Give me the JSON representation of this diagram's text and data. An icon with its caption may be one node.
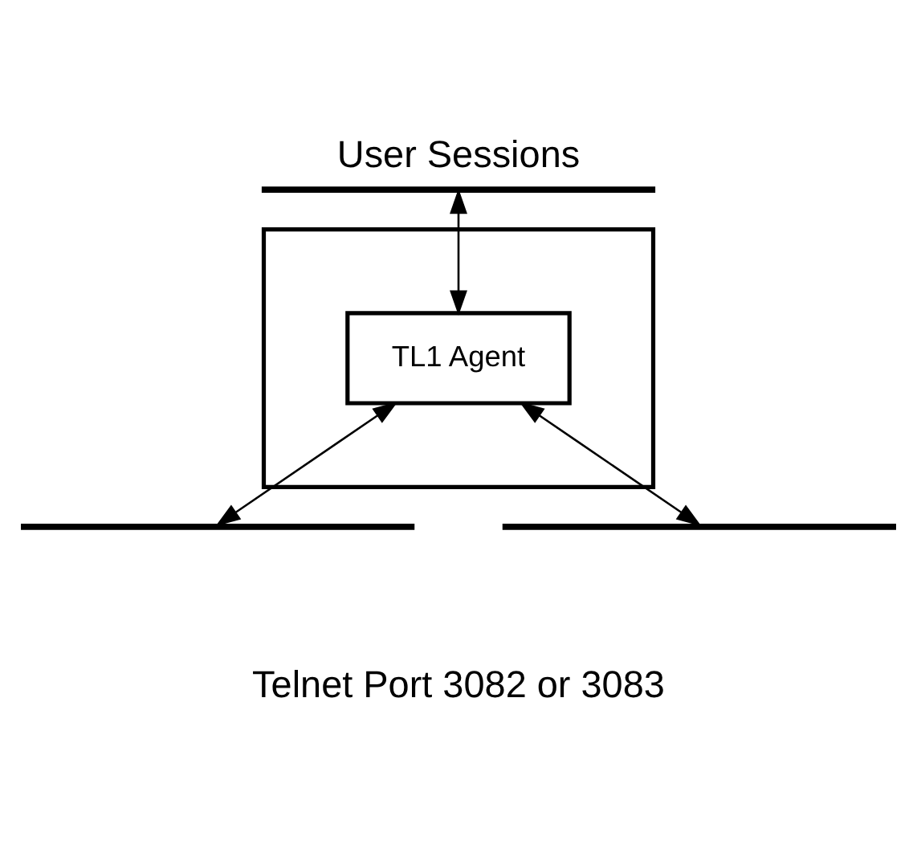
{
  "diagram": {
    "title": "User Sessions",
    "caption": "Telnet Port 3082 or 3083",
    "nodes": [
      {
        "text": [],
        "shape": "bar"
      },
      {
        "text": [],
        "shape": "box"
      },
      {
        "text": [
          "TL1 Agent"
        ],
        "in": 1
      },
      {
        "text": [],
        "shape": "bar"
      },
      {
        "text": [],
        "shape": "bar"
      }
    ],
    "edges": [
      {
        "from": 0,
        "to": 2,
        "arrow": "both"
      },
      {
        "from": 2,
        "to": 3,
        "arrow": "both"
      },
      {
        "from": 2,
        "to": 4,
        "arrow": "both"
      }
    ]
  }
}
